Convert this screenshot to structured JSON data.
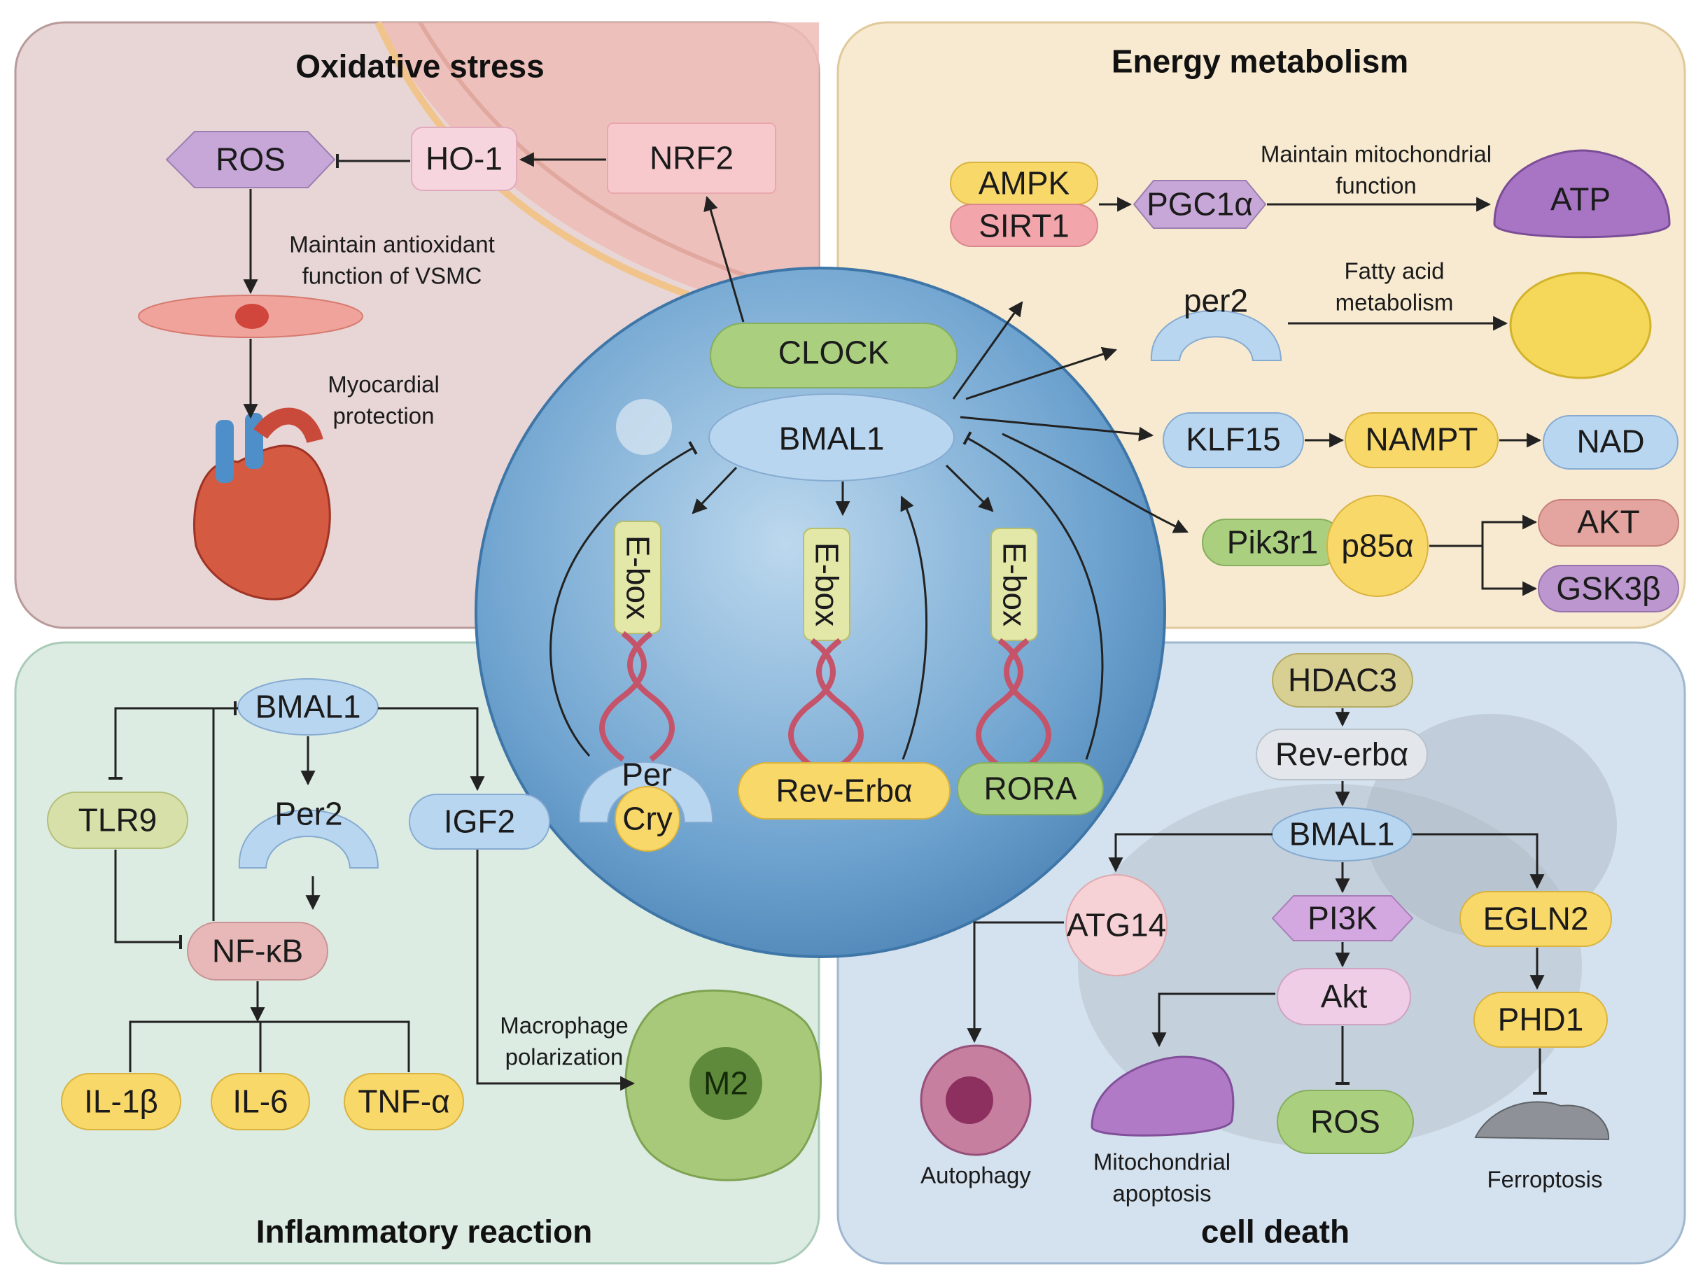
{
  "panels": {
    "oxidative": {
      "title": "Oxidative stress",
      "fill": "#e8d6d6",
      "stroke": "#b89a9a"
    },
    "energy": {
      "title": "Energy metabolism",
      "fill": "#f7ead0",
      "stroke": "#e0c99a"
    },
    "inflammatory": {
      "title": "Inflammatory reaction",
      "fill": "#dcece3",
      "stroke": "#a9cbb8"
    },
    "death": {
      "title": "cell death",
      "fill": "#d4e1ee",
      "stroke": "#9fb7cf"
    }
  },
  "colors": {
    "blue": "#b9d6f0",
    "yellow": "#f9d86a",
    "green": "#a9cf7f",
    "pink": "#f2a6ab",
    "purple": "#c7a6d8",
    "rose": "#e8b8b8",
    "olive": "#d7e0a8",
    "cell": "#5f97c6"
  },
  "oxidative": {
    "ros": "ROS",
    "ho1": "HO-1",
    "nrf2": "NRF2",
    "note_vsmc": "Maintain antioxidant\nfunction of VSMC",
    "note_myo": "Myocardial\nprotection"
  },
  "energy": {
    "ampk": "AMPK",
    "sirt1": "SIRT1",
    "pgc1a": "PGC1α",
    "note_mito": "Maintain mitochondrial\nfunction",
    "atp": "ATP",
    "per2": "per2",
    "note_fatty": "Fatty acid\nmetabolism",
    "klf15": "KLF15",
    "nampt": "NAMPT",
    "nad": "NAD",
    "pik3r1": "Pik3r1",
    "p85a": "p85α",
    "akt": "AKT",
    "gsk3b": "GSK3β"
  },
  "core": {
    "clock": "CLOCK",
    "bmal1": "BMAL1",
    "ebox1": "E-box",
    "ebox2": "E-box",
    "ebox3": "E-box",
    "per": "Per",
    "cry": "Cry",
    "reverba": "Rev-Erbα",
    "rora": "RORA"
  },
  "inflammatory": {
    "bmal1": "BMAL1",
    "tlr9": "TLR9",
    "per2": "Per2",
    "igf2": "IGF2",
    "nfkb": "NF-κB",
    "il1b": "IL-1β",
    "il6": "IL-6",
    "tnfa": "TNF-α",
    "note_macro": "Macrophage\npolarization",
    "m2": "M2"
  },
  "death": {
    "hdac3": "HDAC3",
    "reverba": "Rev-erbα",
    "bmal1": "BMAL1",
    "atg14": "ATG14",
    "pi3k": "PI3K",
    "egln2": "EGLN2",
    "akt": "Akt",
    "phd1": "PHD1",
    "ros": "ROS",
    "autophagy": "Autophagy",
    "mito_apoptosis": "Mitochondrial\napoptosis",
    "ferroptosis": "Ferroptosis"
  }
}
